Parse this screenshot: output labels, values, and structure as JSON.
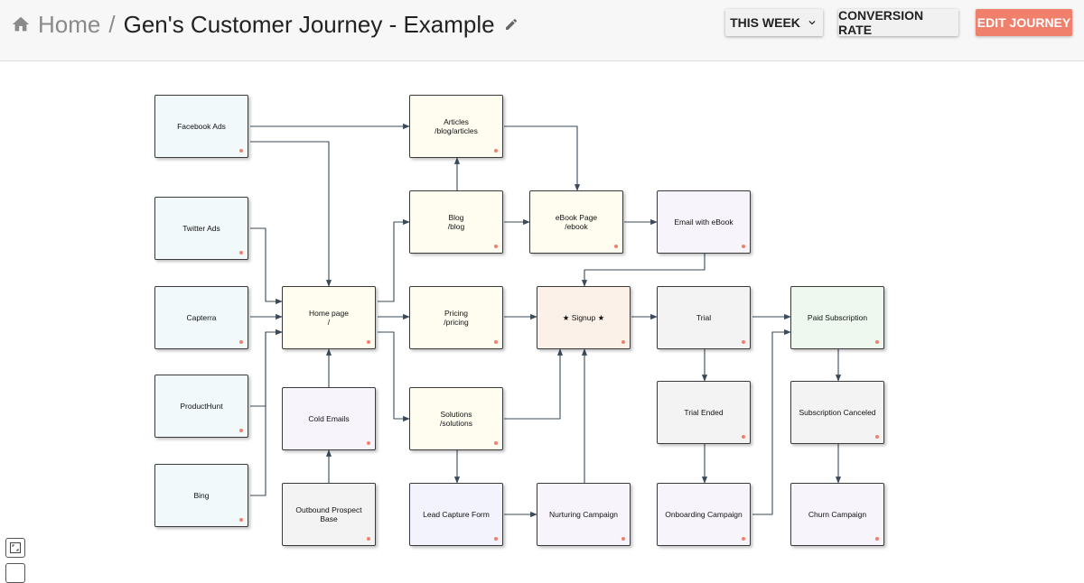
{
  "header": {
    "home_label": "Home",
    "separator": "/",
    "title": "Gen's Customer Journey - Example",
    "icons": {
      "home": "home-icon",
      "edit": "pencil-icon"
    }
  },
  "toolbar": {
    "period_label": "THIS WEEK",
    "metric_label": "CONVERSION RATE",
    "edit_label": "EDIT JOURNEY",
    "accent_color": "#f0806c"
  },
  "journey": {
    "nodes": [
      {
        "id": "facebook-ads",
        "label": "Facebook Ads",
        "fill": "#f1f9fb"
      },
      {
        "id": "twitter-ads",
        "label": "Twitter Ads",
        "fill": "#f1f9fb"
      },
      {
        "id": "capterra",
        "label": "Capterra",
        "fill": "#f1f9fb"
      },
      {
        "id": "producthunt",
        "label": "ProductHunt",
        "fill": "#f1f9fb"
      },
      {
        "id": "bing",
        "label": "Bing",
        "fill": "#f1f9fb"
      },
      {
        "id": "home-page",
        "label": "Home page\n/",
        "fill": "#fefdf0"
      },
      {
        "id": "cold-emails",
        "label": "Cold Emails",
        "fill": "#f8f4fb"
      },
      {
        "id": "outbound-prospect-base",
        "label": "Outbound Prospect Base",
        "fill": "#f3f3f3"
      },
      {
        "id": "articles",
        "label": "Articles\n/blog/articles",
        "fill": "#fefdf0"
      },
      {
        "id": "blog",
        "label": "Blog\n/blog",
        "fill": "#fefdf0"
      },
      {
        "id": "pricing",
        "label": "Pricing\n/pricing",
        "fill": "#fefdf0"
      },
      {
        "id": "solutions",
        "label": "Solutions\n/solutions",
        "fill": "#fefdf0"
      },
      {
        "id": "lead-capture-form",
        "label": "Lead Capture Form",
        "fill": "#f2f3fc"
      },
      {
        "id": "ebook-page",
        "label": "eBook Page\n/ebook",
        "fill": "#fefdf0"
      },
      {
        "id": "email-with-ebook",
        "label": "Email with eBook",
        "fill": "#f8f4fb"
      },
      {
        "id": "signup",
        "label": "★ Signup ★",
        "fill": "#fbf1e8"
      },
      {
        "id": "nurturing-campaign",
        "label": "Nurturing Campaign",
        "fill": "#f8f4fb"
      },
      {
        "id": "trial",
        "label": "Trial",
        "fill": "#f3f3f3"
      },
      {
        "id": "trial-ended",
        "label": "Trial Ended",
        "fill": "#f3f3f3"
      },
      {
        "id": "onboarding-campaign",
        "label": "Onboarding Campaign",
        "fill": "#f8f4fb"
      },
      {
        "id": "paid-subscription",
        "label": "Paid Subscription",
        "fill": "#eef8ee"
      },
      {
        "id": "subscription-canceled",
        "label": "Subscription Canceled",
        "fill": "#f3f3f3"
      },
      {
        "id": "churn-campaign",
        "label": "Churn Campaign",
        "fill": "#f8f4fb"
      }
    ]
  },
  "canvas_controls": [
    {
      "name": "fit-view-icon"
    },
    {
      "name": "zoom-control-icon"
    }
  ]
}
